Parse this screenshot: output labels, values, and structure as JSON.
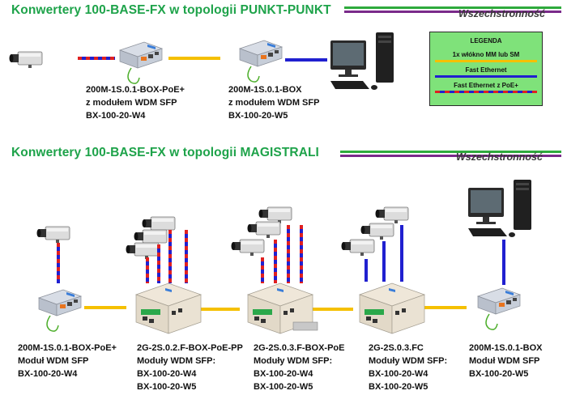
{
  "section1": {
    "title": "Konwertery 100-BASE-FX w topologii PUNKT-PUNKT",
    "brand": "Wszechstronność",
    "dev1": [
      "200M-1S.0.1-BOX-PoE+",
      "z modułem WDM SFP",
      "BX-100-20-W4"
    ],
    "dev2": [
      "200M-1S.0.1-BOX",
      "z modułem WDM SFP",
      "BX-100-20-W5"
    ]
  },
  "legend": {
    "title": "LEGENDA",
    "items": [
      "1x włókno MM lub SM",
      "Fast Ethernet",
      "Fast Ethernet z PoE+"
    ]
  },
  "section2": {
    "title": "Konwertery 100-BASE-FX w topologii MAGISTRALI",
    "brand": "Wszechstronność",
    "dev1": [
      "200M-1S.0.1-BOX-PoE+",
      "Moduł WDM SFP",
      "BX-100-20-W4"
    ],
    "dev2": [
      "2G-2S.0.2.F-BOX-PoE-PP",
      "Moduły WDM SFP:",
      "BX-100-20-W4",
      "BX-100-20-W5"
    ],
    "dev3": [
      "2G-2S.0.3.F-BOX-PoE",
      "Moduły WDM SFP:",
      "BX-100-20-W4",
      "BX-100-20-W5"
    ],
    "dev4": [
      "2G-2S.0.3.FC",
      "Moduły WDM SFP:",
      "BX-100-20-W4",
      "BX-100-20-W5"
    ],
    "dev5": [
      "200M-1S.0.1-BOX",
      "Moduł WDM SFP",
      "BX-100-20-W5"
    ]
  },
  "colors": {
    "fiber": "#f5c000",
    "ethernet": "#2020d0",
    "poe_red": "#e02020",
    "poe_blue": "#2020d0",
    "legend_bg": "#7fe27a",
    "title": "#1ea34a",
    "bar_green": "#2eaa3c",
    "bar_purple": "#7a2a8a"
  },
  "icons": [
    "camera-icon",
    "media-converter-icon",
    "switch-box-icon",
    "computer-icon"
  ]
}
